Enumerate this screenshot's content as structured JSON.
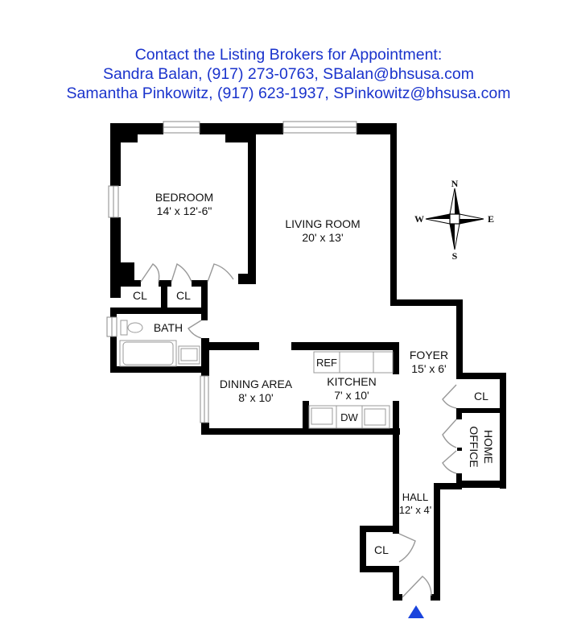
{
  "header": {
    "line1": "Contact the Listing Brokers for Appointment:",
    "line2": "Sandra Balan, (917) 273-0763, SBalan@bhsusa.com",
    "line3": "Samantha Pinkowitz, (917) 623-1937, SPinkowitz@bhsusa.com",
    "color": "#1a33cc"
  },
  "rooms": {
    "bedroom": {
      "name": "BEDROOM",
      "size": "14' x 12'-6\""
    },
    "living_room": {
      "name": "LIVING ROOM",
      "size": "20' x 13'"
    },
    "closet_bedroom_1": {
      "name": "CL"
    },
    "closet_bedroom_2": {
      "name": "CL"
    },
    "bath": {
      "name": "BATH"
    },
    "dining_area": {
      "name": "DINING AREA",
      "size": "8' x 10'"
    },
    "kitchen": {
      "name": "KITCHEN",
      "size": "7' x 10'"
    },
    "refrigerator": {
      "name": "REF"
    },
    "dishwasher": {
      "name": "DW"
    },
    "foyer": {
      "name": "FOYER",
      "size": "15' x 6'"
    },
    "closet_foyer": {
      "name": "CL"
    },
    "home_office": {
      "line1": "HOME",
      "line2": "OFFICE"
    },
    "hall": {
      "name": "HALL",
      "size": "12' x 4'"
    },
    "closet_hall": {
      "name": "CL"
    }
  },
  "compass": {
    "north": "N",
    "south": "S",
    "east": "E",
    "west": "W"
  },
  "entrance_marker": {
    "color": "#1a44dd"
  },
  "wall_color": "#000000"
}
